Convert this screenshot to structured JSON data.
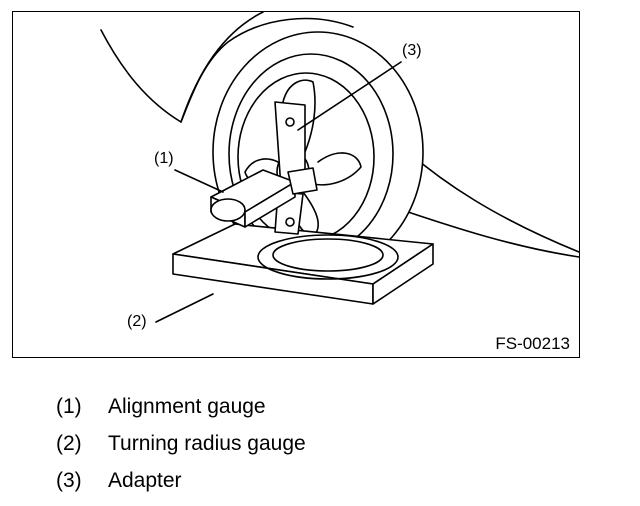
{
  "figure": {
    "figure_id": "FS-00213",
    "callouts": {
      "c1": "(1)",
      "c2": "(2)",
      "c3": "(3)"
    }
  },
  "legend": [
    {
      "number": "(1)",
      "label": "Alignment gauge"
    },
    {
      "number": "(2)",
      "label": "Turning radius gauge"
    },
    {
      "number": "(3)",
      "label": "Adapter"
    }
  ]
}
